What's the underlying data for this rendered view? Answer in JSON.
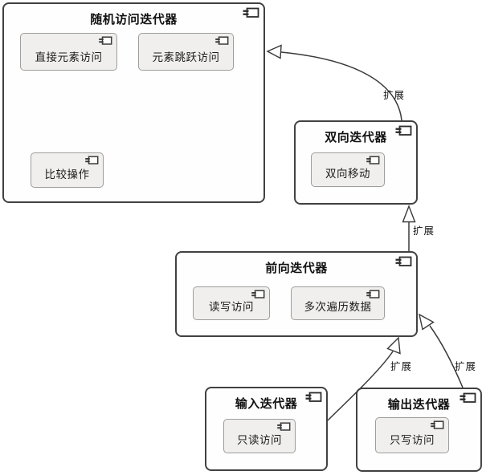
{
  "diagram": {
    "title_hint": "UML component diagram of iterator categories",
    "components": [
      {
        "id": "random-access-iterator",
        "title": "随机访问迭代器",
        "children": [
          {
            "label": "直接元素访问"
          },
          {
            "label": "元素跳跃访问"
          },
          {
            "label": "比较操作"
          }
        ]
      },
      {
        "id": "bidirectional-iterator",
        "title": "双向迭代器",
        "children": [
          {
            "label": "双向移动"
          }
        ]
      },
      {
        "id": "forward-iterator",
        "title": "前向迭代器",
        "children": [
          {
            "label": "读写访问"
          },
          {
            "label": "多次遍历数据"
          }
        ]
      },
      {
        "id": "input-iterator",
        "title": "输入迭代器",
        "children": [
          {
            "label": "只读访问"
          }
        ]
      },
      {
        "id": "output-iterator",
        "title": "输出迭代器",
        "children": [
          {
            "label": "只写访问"
          }
        ]
      }
    ],
    "edges": [
      {
        "from": "双向迭代器",
        "to": "随机访问迭代器",
        "label": "扩展"
      },
      {
        "from": "前向迭代器",
        "to": "双向迭代器",
        "label": "扩展"
      },
      {
        "from": "输入迭代器",
        "to": "前向迭代器",
        "label": "扩展"
      },
      {
        "from": "输出迭代器",
        "to": "前向迭代器",
        "label": "扩展"
      }
    ],
    "colors": {
      "background": "#ffffff",
      "component_border": "#414141",
      "component_fill": "#fefefe",
      "subcomponent_border": "#9d9d9b",
      "subcomponent_fill": "#f0efed",
      "arrow": "#3a3a3a",
      "text": "#111111"
    }
  }
}
